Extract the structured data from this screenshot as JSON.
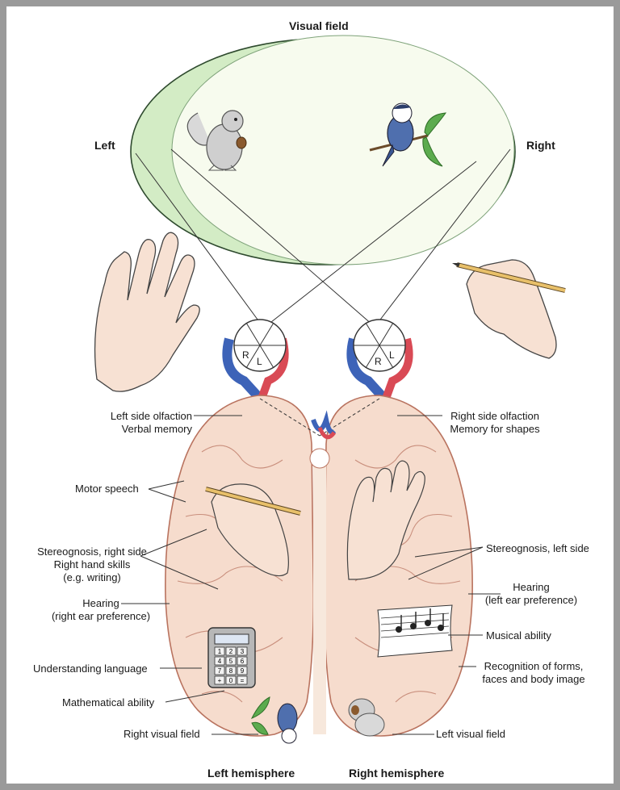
{
  "header": {
    "title": "Visual field",
    "left": "Left",
    "right": "Right"
  },
  "eye_letters": {
    "r": "R",
    "l": "L"
  },
  "labels_left": {
    "olfaction_1": "Left side olfaction",
    "olfaction_2": "Verbal memory",
    "motor_speech": "Motor speech",
    "stereo_1": "Stereognosis, right side",
    "stereo_2": "Right hand skills",
    "stereo_3": "(e.g. writing)",
    "hearing_1": "Hearing",
    "hearing_2": "(right ear preference)",
    "understanding": "Understanding language",
    "math": "Mathematical ability",
    "visual_field": "Right visual field"
  },
  "labels_right": {
    "olfaction_1": "Right side olfaction",
    "olfaction_2": "Memory for shapes",
    "stereo": "Stereognosis, left side",
    "hearing_1": "Hearing",
    "hearing_2": "(left ear preference)",
    "musical": "Musical ability",
    "recog_1": "Recognition of forms,",
    "recog_2": "faces and body image",
    "visual_field": "Left visual field"
  },
  "footer": {
    "left": "Left hemisphere",
    "right": "Right hemisphere"
  },
  "calculator_keys": [
    "1",
    "2",
    "3",
    "4",
    "5",
    "6",
    "7",
    "8",
    "9",
    "+",
    "0",
    "="
  ],
  "colors": {
    "field_outer": "#d3ecc5",
    "field_inner": "#f7fbee",
    "brain": "#f6dccd",
    "brain_line": "#c98f7d",
    "skin": "#f7e1d3",
    "blue_vessel": "#3d63b8",
    "red_vessel": "#d94a55"
  }
}
